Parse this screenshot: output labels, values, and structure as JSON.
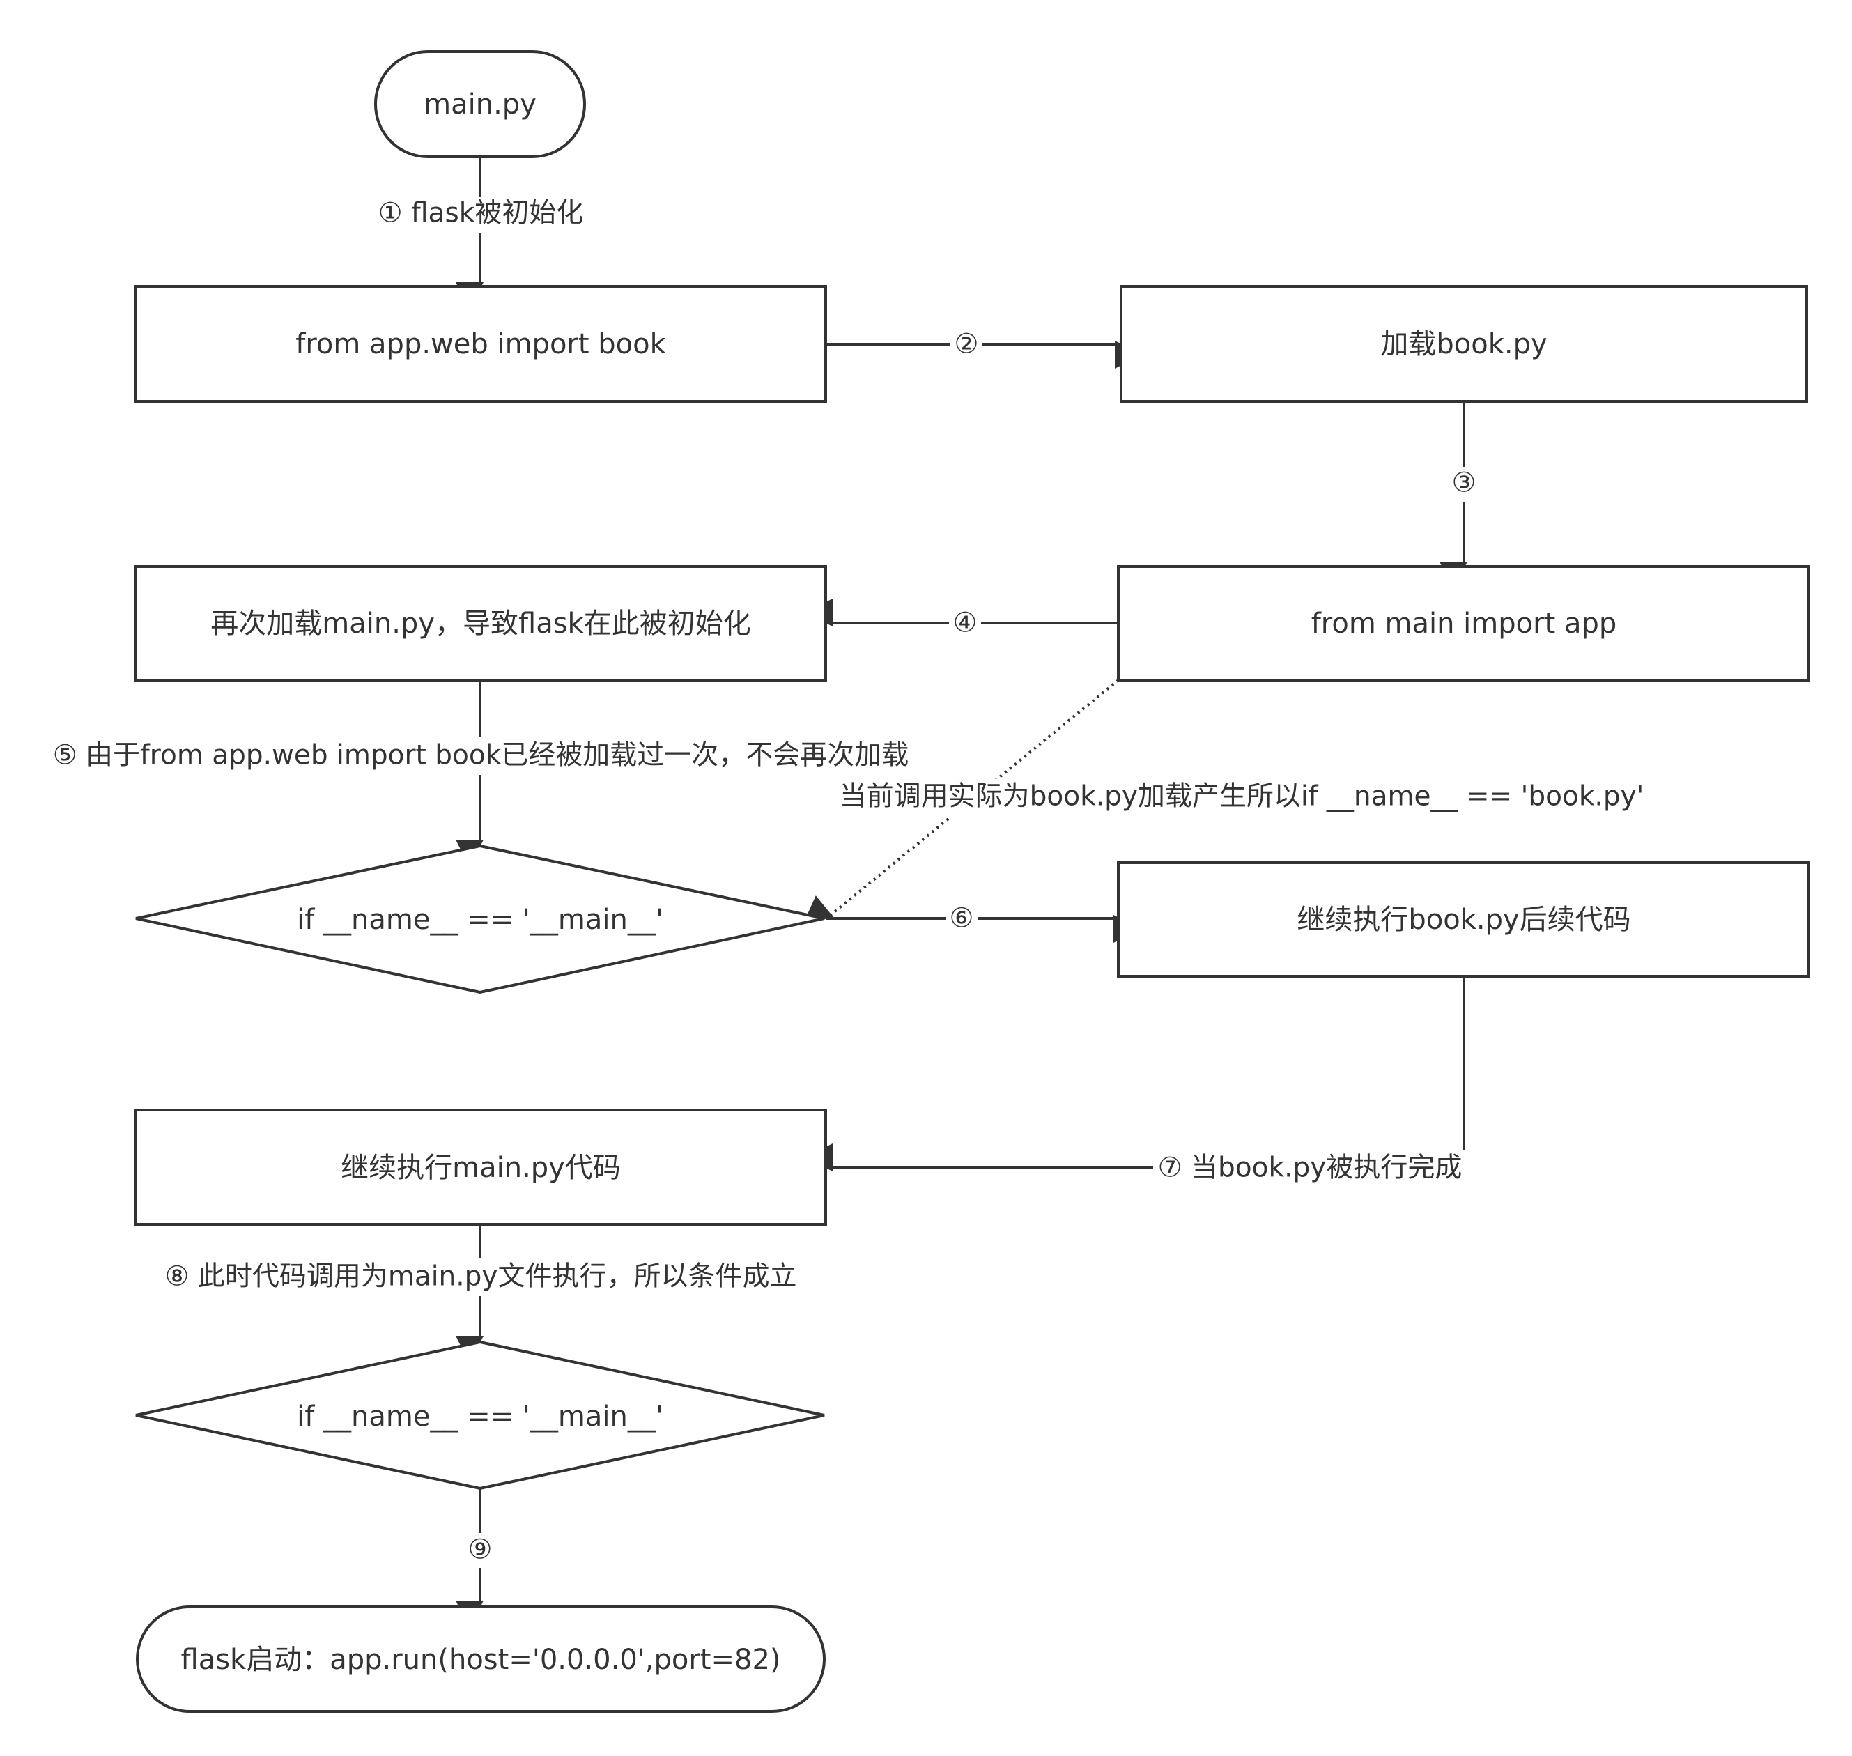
{
  "nodes": {
    "start": "main.py",
    "import_book": "from app.web import book",
    "load_book": "加载book.py",
    "reload_main": "再次加载main.py，导致flask在此被初始化",
    "import_app": "from main import app",
    "if_main_1": "if __name__ == '__main__'",
    "continue_book": "继续执行book.py后续代码",
    "continue_main": "继续执行main.py代码",
    "if_main_2": "if __name__ == '__main__'",
    "flask_start": "flask启动：app.run(host='0.0.0.0',port=82)"
  },
  "edges": {
    "e1": "① flask被初始化",
    "e2": "②",
    "e3": "③",
    "e4": "④",
    "e5": "⑤ 由于from app.web import book已经被加载过一次，不会再次加载",
    "e_dotted": "当前调用实际为book.py加载产生所以if __name__ == 'book.py'",
    "e6": "⑥",
    "e7": "⑦ 当book.py被执行完成",
    "e8": "⑧ 此时代码调用为main.py文件执行，所以条件成立",
    "e9": "⑨"
  }
}
